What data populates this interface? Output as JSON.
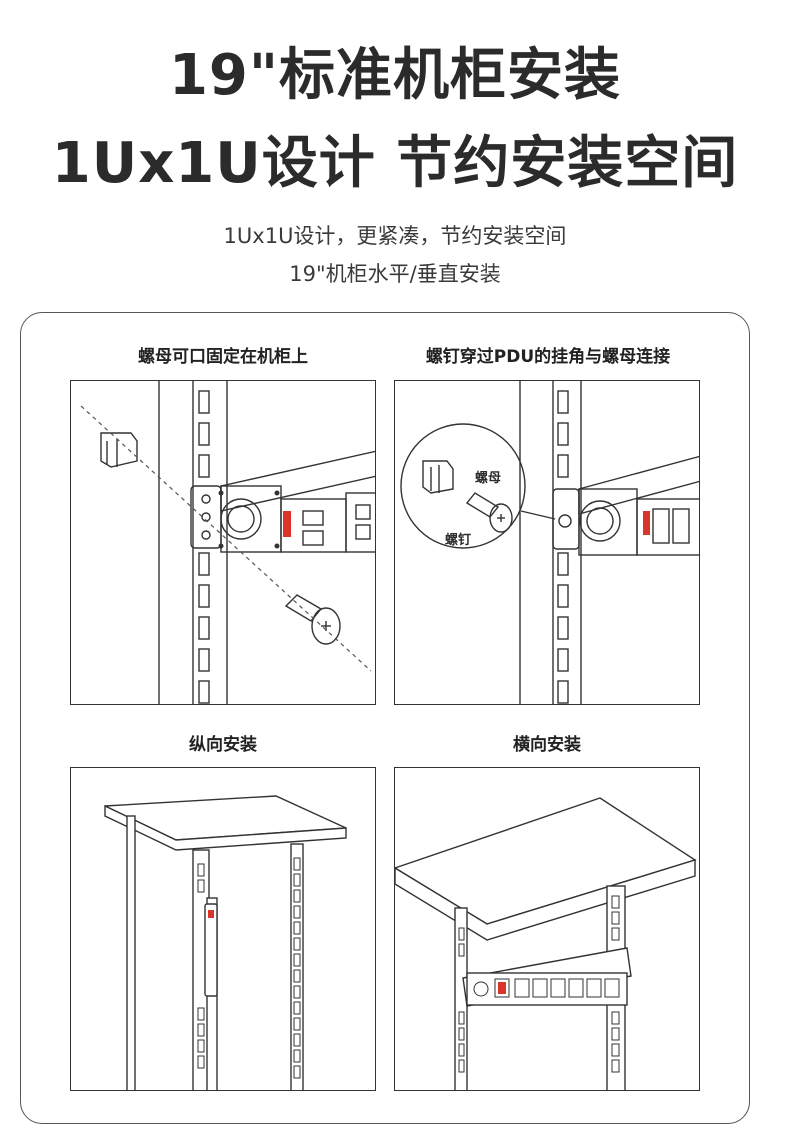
{
  "header": {
    "title_line1": "19\"标准机柜安装",
    "title_line2": "1Ux1U设计 节约安装空间",
    "subtitle_line1": "1Ux1U设计，更紧凑，节约安装空间",
    "subtitle_line2": "19\"机柜水平/垂直安装"
  },
  "panels": {
    "p1_caption": "螺母可口固定在机柜上",
    "p2_caption": "螺钉穿过PDU的挂角与螺母连接",
    "p2_nut_label": "螺母",
    "p2_screw_label": "螺钉",
    "p3_caption": "纵向安装",
    "p4_caption": "横向安装"
  },
  "colors": {
    "accent": "#d9352b",
    "line": "#333333"
  }
}
